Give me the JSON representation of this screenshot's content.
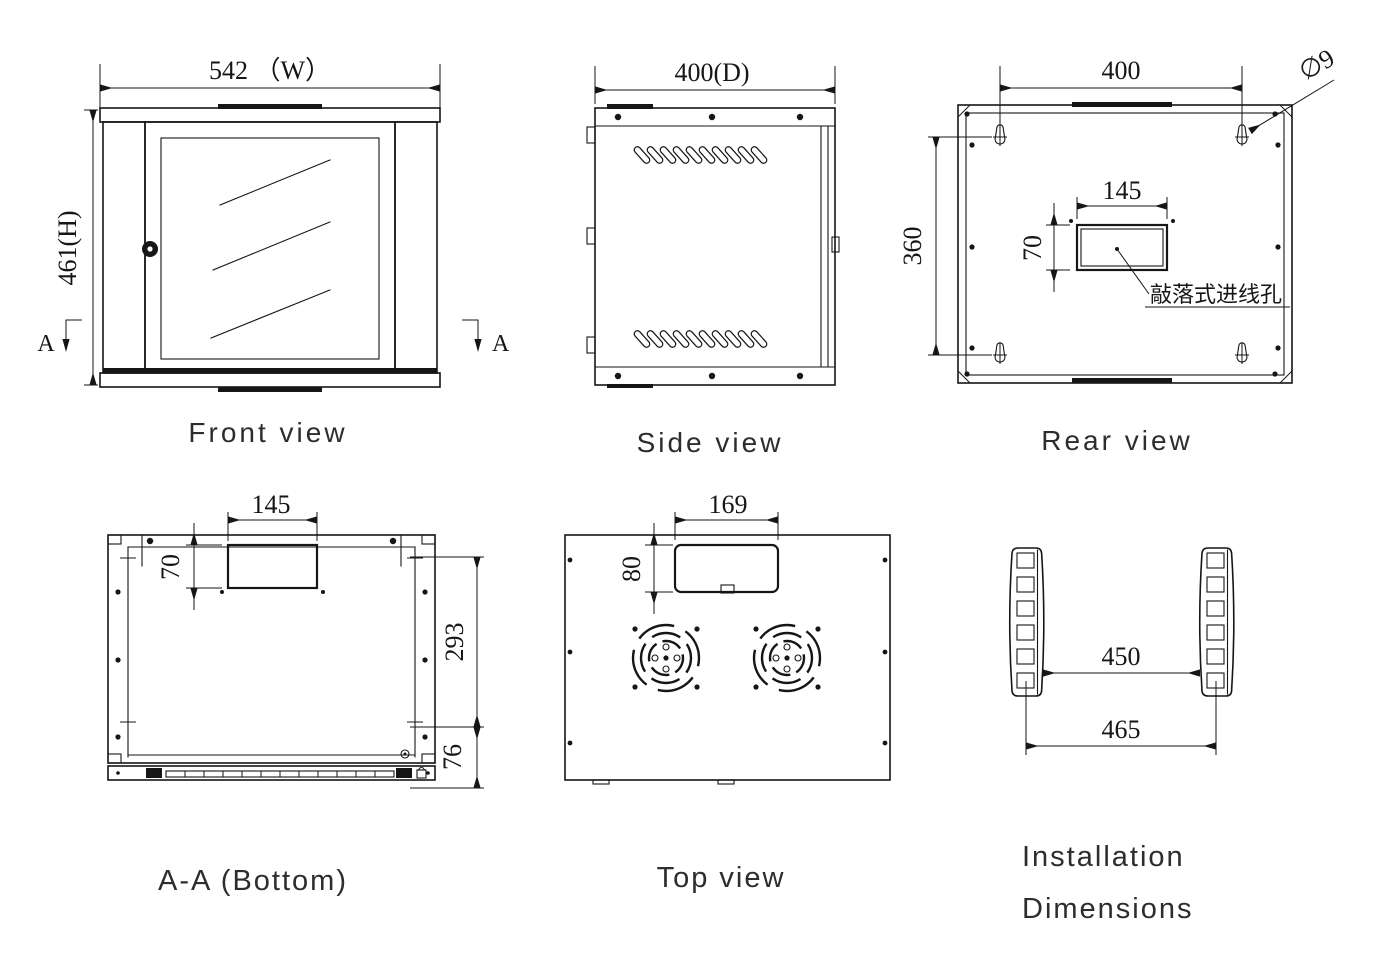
{
  "sheet": {
    "background": "#ffffff",
    "line_color": "#161616"
  },
  "front_view": {
    "label": "Front view",
    "width_dim": "542 （W）",
    "height_dim": "461(H)",
    "section_letter": "A"
  },
  "side_view": {
    "label": "Side view",
    "depth_dim": "400(D)"
  },
  "rear_view": {
    "label": "Rear view",
    "mount_width_dim": "400",
    "mount_height_dim": "360",
    "hole_diameter_dim": "∅9",
    "cutout_width_dim": "145",
    "cutout_height_dim": "70",
    "cutout_note": "敲落式进线孔"
  },
  "bottom_view": {
    "label": "A-A (Bottom)",
    "cutout_width_dim": "145",
    "cutout_height_dim": "70",
    "inner_depth_dim": "293",
    "front_offset_dim": "76"
  },
  "top_view": {
    "label": "Top view",
    "cutout_width_dim": "169",
    "cutout_height_dim": "80"
  },
  "installation": {
    "label_line1": "Installation",
    "label_line2": "Dimensions",
    "rail_inner_dim": "450",
    "rail_outer_dim": "465"
  }
}
